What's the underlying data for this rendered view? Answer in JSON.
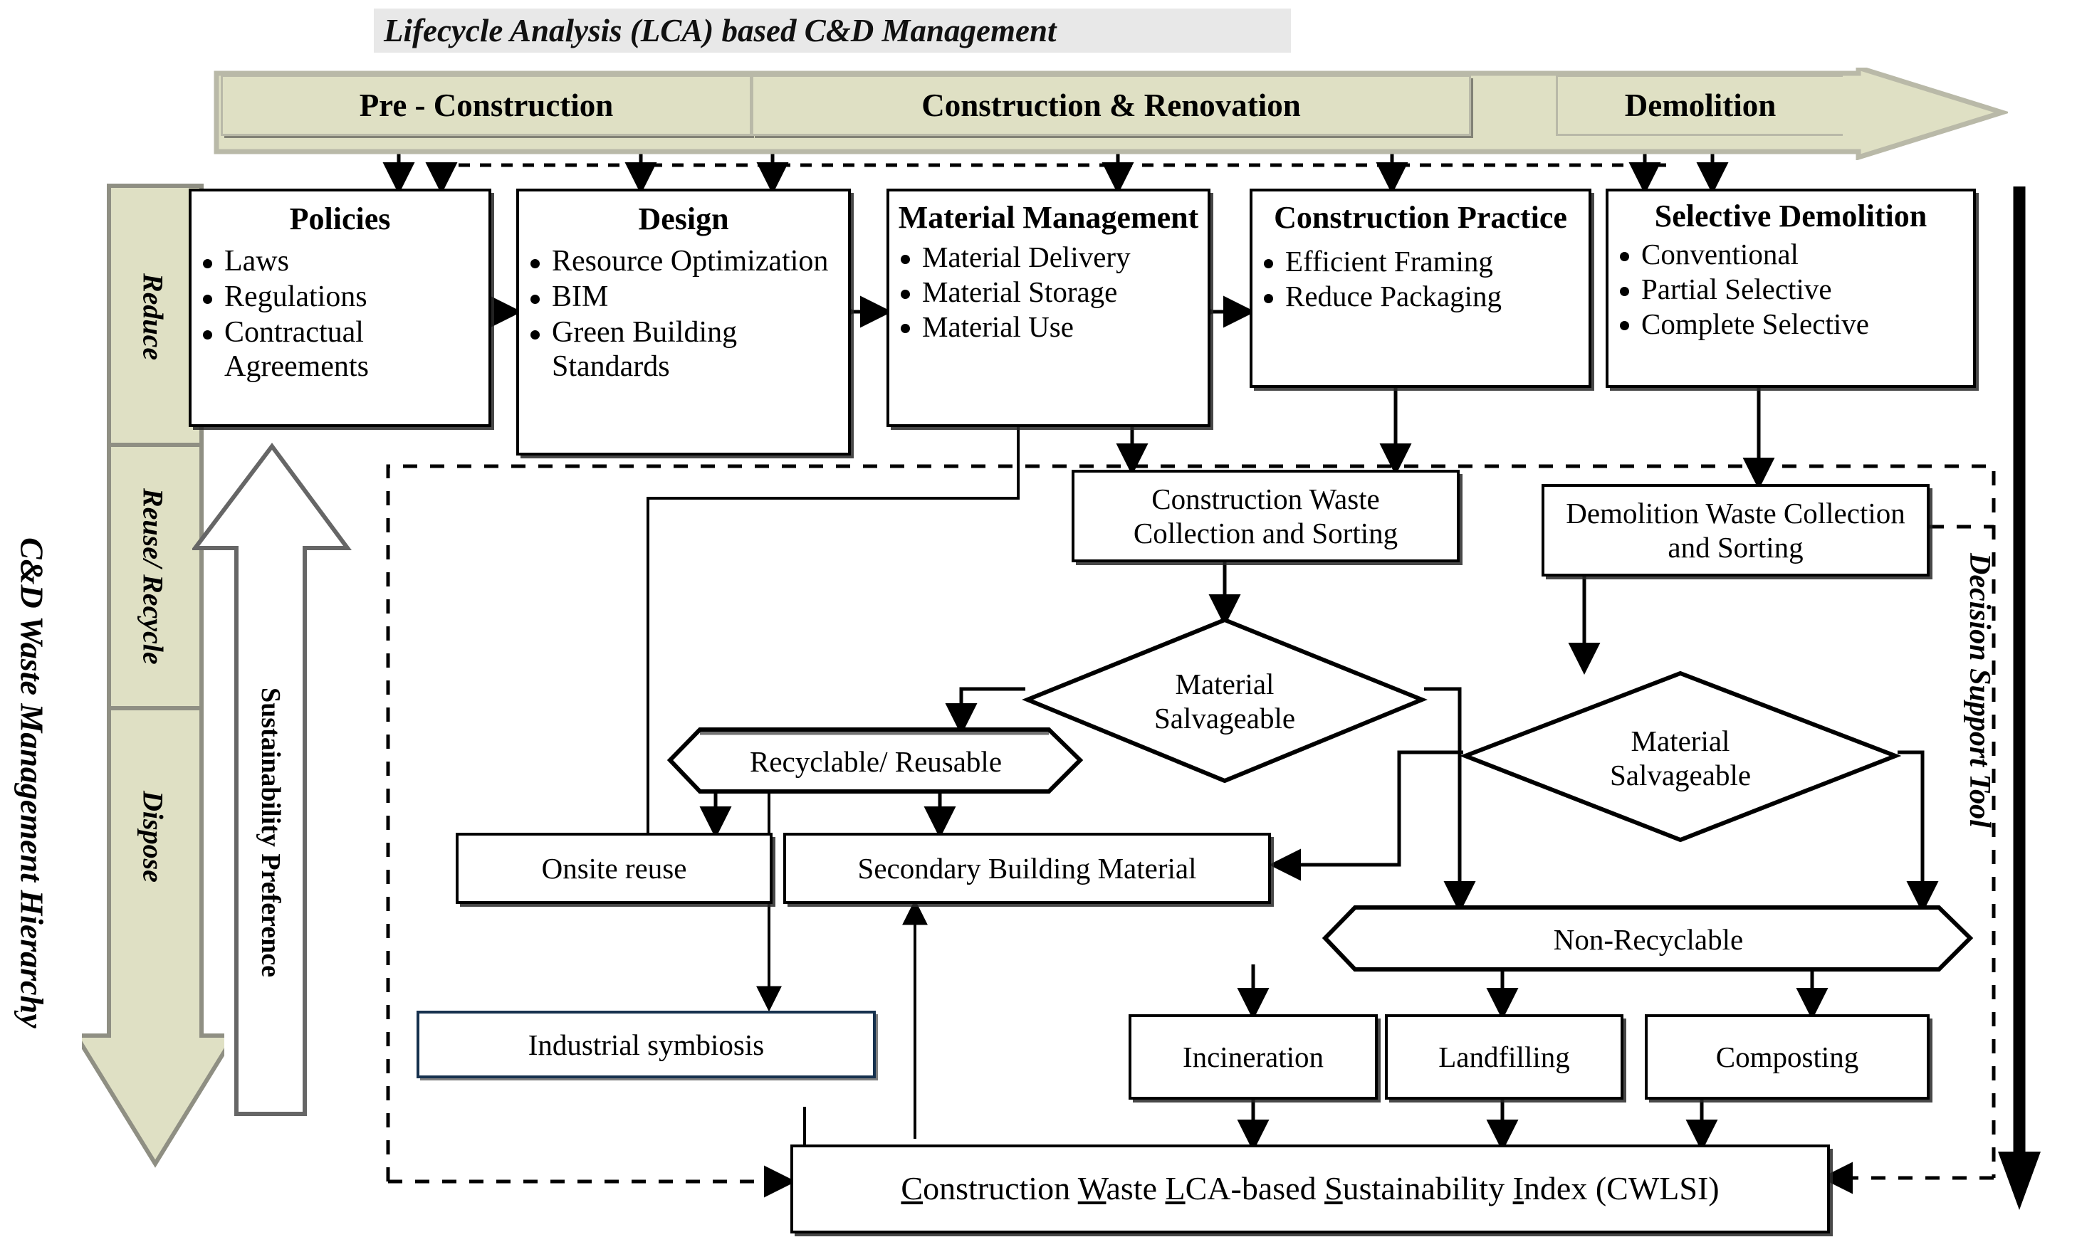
{
  "title": "Lifecycle Analysis (LCA) based C&D Management",
  "phases": [
    {
      "label": "Pre - Construction"
    },
    {
      "label": "Construction & Renovation"
    },
    {
      "label": "Demolition"
    }
  ],
  "side_labels": {
    "hierarchy": "C&D Waste Management Hierarchy",
    "sustainability": "Sustainability Preference",
    "decision_support": "Decision Support Tool"
  },
  "hierarchy_steps": [
    {
      "label": "Reduce"
    },
    {
      "label": "Reuse/ Recycle"
    },
    {
      "label": "Dispose"
    }
  ],
  "stage_nodes": [
    {
      "title": "Policies",
      "items": [
        "Laws",
        "Regulations",
        "Contractual Agreements"
      ]
    },
    {
      "title": "Design",
      "items": [
        "Resource Optimization",
        "BIM",
        "Green Building Standards"
      ]
    },
    {
      "title": "Material Management",
      "items": [
        "Material Delivery",
        "Material Storage",
        "Material Use"
      ]
    },
    {
      "title": "Construction Practice",
      "items": [
        "Efficient Framing",
        "Reduce Packaging"
      ]
    },
    {
      "title": "Selective Demolition",
      "items": [
        "Conventional",
        "Partial Selective",
        "Complete Selective"
      ]
    }
  ],
  "process_nodes": {
    "construction_collection": "Construction Waste Collection and Sorting",
    "demolition_collection": "Demolition Waste Collection and Sorting",
    "salvageable_left": "Material Salvageable",
    "salvageable_right": "Material Salvageable",
    "recyclable": "Recyclable/ Reusable",
    "non_recyclable": "Non-Recyclable",
    "onsite_reuse": "Onsite reuse",
    "secondary_material": "Secondary Building Material",
    "industrial_symbiosis": "Industrial symbiosis",
    "incineration": "Incineration",
    "landfilling": "Landfilling",
    "composting": "Composting"
  },
  "index_box": {
    "parts": [
      {
        "u": "C",
        "rest": "onstruction "
      },
      {
        "u": "W",
        "rest": "aste "
      },
      {
        "u": "L",
        "rest": "CA-based "
      },
      {
        "u": "S",
        "rest": "ustainability "
      },
      {
        "u": "I",
        "rest": "ndex (CWLSI)"
      }
    ],
    "full": "Construction Waste LCA-based Sustainability Index (CWLSI)"
  },
  "colors": {
    "banner_fill": "#dfe0c4",
    "banner_stroke": "#b9b9a8",
    "title_fill": "#e8e8e8",
    "line": "#000000",
    "industrial_border": "#16314e"
  }
}
